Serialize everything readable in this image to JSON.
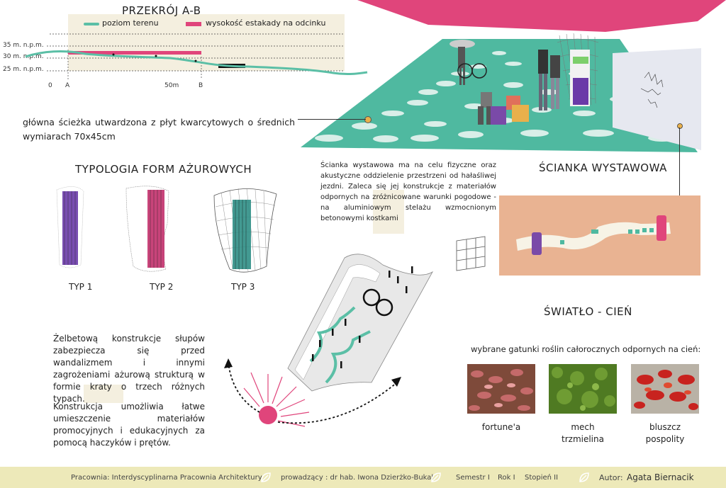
{
  "section_profile": {
    "title": "PRZEKRÓJ A-B",
    "legend_terrain": "poziom terenu",
    "legend_overpass": "wysokość estakady na odcinku",
    "levels": [
      "35 m. n.p.m.",
      "30 m. n.p.m.",
      "25 m. n.p.m."
    ],
    "axis_labels": [
      "0",
      "A",
      "50m",
      "B"
    ],
    "colors": {
      "terrain": "#5bbfa6",
      "overpass": "#e0457b",
      "bg": "#f4efdf"
    }
  },
  "path_note": "główna ścieżka utwardzona z płyt kwarcytowych o średnich wymiarach 70x45cm",
  "typology": {
    "title": "TYPOLOGIA FORM AŻUROWYCH",
    "types": [
      {
        "label": "TYP 1",
        "color": "#6a3aa8"
      },
      {
        "label": "TYP 2",
        "color": "#c2306b"
      },
      {
        "label": "TYP 3",
        "color": "#2f8f86"
      }
    ]
  },
  "wall_description": "Ścianka wystawowa ma na celu fizyczne oraz akustyczne oddzielenie przestrzeni od hałaśliwej jezdni. Zaleca się jej konstrukcje z materiałów odpornych na zróżnicowane warunki pogodowe - na aluminiowym stelażu wzmocnionym betonowymi kostkami",
  "wall_title": "ŚCIANKA WYSTAWOWA",
  "shadow_title": "ŚWIATŁO - CIEŃ",
  "structure_text_1": "Żelbetową konstrukcje słupów zabezpiecza się przed wandalizmem i innymi zagrożeniami ażurową strukturą w formie kraty o trzech różnych typach.",
  "structure_text_2": "Konstrukcja umożliwia łatwe umieszczenie materiałów promocyjnych i edukacyjnych za pomocą haczyków i prętów.",
  "plants": {
    "intro": "wybrane gatunki roślin całorocznych odpornych na cień:",
    "items": [
      {
        "name_line1": "fortune'a",
        "name_line2": ""
      },
      {
        "name_line1": "mech",
        "name_line2": "trzmielina"
      },
      {
        "name_line1": "bluszcz",
        "name_line2": "pospolity"
      }
    ]
  },
  "footer": {
    "studio": "Pracownia: Interdyscyplinarna Pracownia Architektury",
    "tutor": "prowadzący : dr hab.  Iwona Dzierżko-Bukal",
    "semester": "Semestr I",
    "year": "Rok I",
    "degree": "Stopień II",
    "author_label": "Autor:",
    "author": "Agata Biernacik"
  },
  "colors": {
    "accent_pink": "#e0457b",
    "teal": "#4fb9a0",
    "peach": "#e9b392",
    "cream": "#f4efdf",
    "footer": "#ede9b9"
  }
}
